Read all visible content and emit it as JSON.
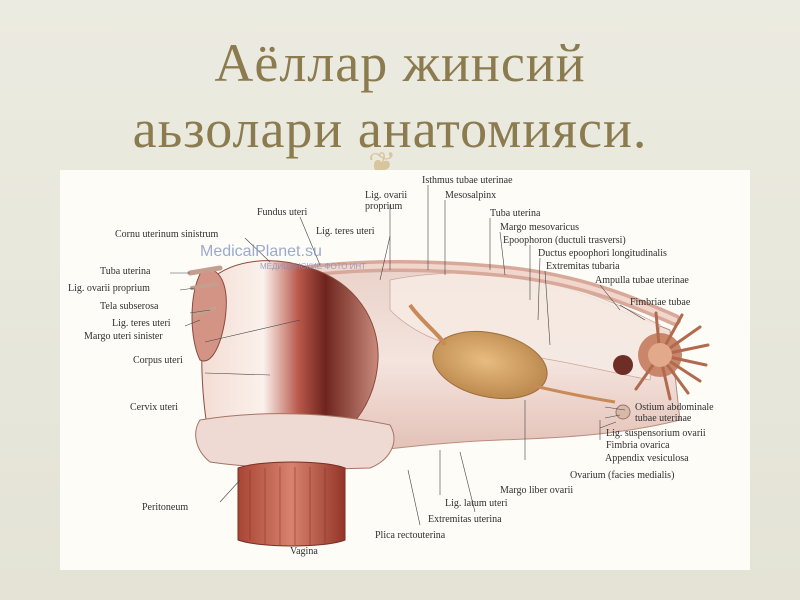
{
  "slide": {
    "title_line1": "Аёллар жинсий",
    "title_line2": "аьзолари анатомияси."
  },
  "watermark": {
    "site": "MedicalPlanet.su",
    "tagline": "МЕДИЦИНСКИЕ ФОТО ИНТ"
  },
  "labels": {
    "isthmus_tubae_uterinae": "Isthmus tubae uterinae",
    "lig_ovarii_proprium_top": "Lig. ovarii\nproprium",
    "mesosalpinx": "Mesosalpinx",
    "fundus_uteri": "Fundus uteri",
    "tuba_uterina": "Tuba uterina",
    "cornu_uterinum_sinistrum": "Cornu uterinum sinistrum",
    "lig_teres_uteri_top": "Lig. teres uteri",
    "margo_mesovaricus": "Margo mesovaricus",
    "epoophoron_ductuli": "Epoophoron (ductuli trasversi)",
    "ductus_epoophori": "Ductus epoophori longitudinalis",
    "extremitas_tubaria": "Extremitas tubaria",
    "tuba_uterina_left": "Tuba uterina",
    "ampulla_tubae_uterinae": "Ampulla tubae uterinae",
    "lig_ovarii_proprium_left": "Lig. ovarii proprium",
    "fimbriae_tubae": "Fimbriae tubae",
    "tela_subserosa": "Tela subserosa",
    "lig_teres_uteri_left": "Lig. teres uteri",
    "margo_uteri_sinister": "Margo uteri sinister",
    "corpus_uteri": "Corpus uteri",
    "cervix_uteri": "Cervix uteri",
    "ostium_abdominale": "Ostium abdominale\ntubae uterinae",
    "lig_suspensorium_ovarii": "Lig. suspensorium ovarii",
    "fimbria_ovarica": "Fimbria ovarica",
    "appendix_vesiculosa": "Appendix vesiculosa",
    "ovarium_facies_medialis": "Ovarium (facies medialis)",
    "margo_liber_ovarii": "Margo liber ovarii",
    "peritoneum": "Peritoneum",
    "lig_latum_uteri": "Lig. latum uteri",
    "extremitas_uterina": "Extremitas uterina",
    "vagina": "Vagina",
    "plica_rectouterina": "Plica rectouterina"
  },
  "colors": {
    "title": "#8b7b4e",
    "background": "#e9e6da",
    "figure_background": "#fdfcf7",
    "tissue_pink": "#e9c8bd",
    "uterus_dark": "#7a2f26",
    "ovary": "#d8a566",
    "label_text": "#303030",
    "watermark": "#7b8fc0"
  }
}
